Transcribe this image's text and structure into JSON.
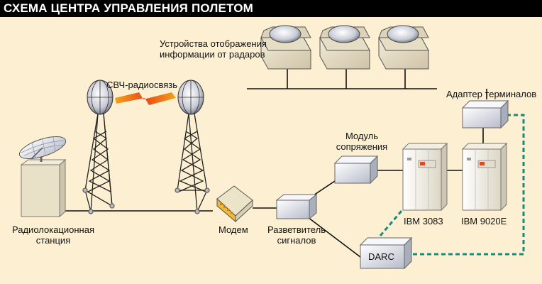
{
  "title": "СХЕМА ЦЕНТРА УПРАВЛЕНИЯ ПОЛЕТОМ",
  "labels": {
    "radar_displays_1": "Устройства отображения",
    "radar_displays_2": "информации от радаров",
    "microwave_link": "СВЧ-радиосвязь",
    "terminal_adapter": "Адаптер терминалов",
    "interface_module_1": "Модуль",
    "interface_module_2": "сопряжения",
    "radar_station_1": "Радиолокационная",
    "radar_station_2": "станция",
    "modem": "Модем",
    "splitter_1": "Разветвитель",
    "splitter_2": "сигналов",
    "ibm_3083": "IBM 3083",
    "ibm_9020e": "IBM 9020E",
    "darc": "DARC"
  },
  "colors": {
    "background": "#fdf0d2",
    "title_bar": "#000000",
    "dashed_link": "#1a8a7a",
    "device_fill": "#ece4cf",
    "box_fill": "#eceef4"
  }
}
